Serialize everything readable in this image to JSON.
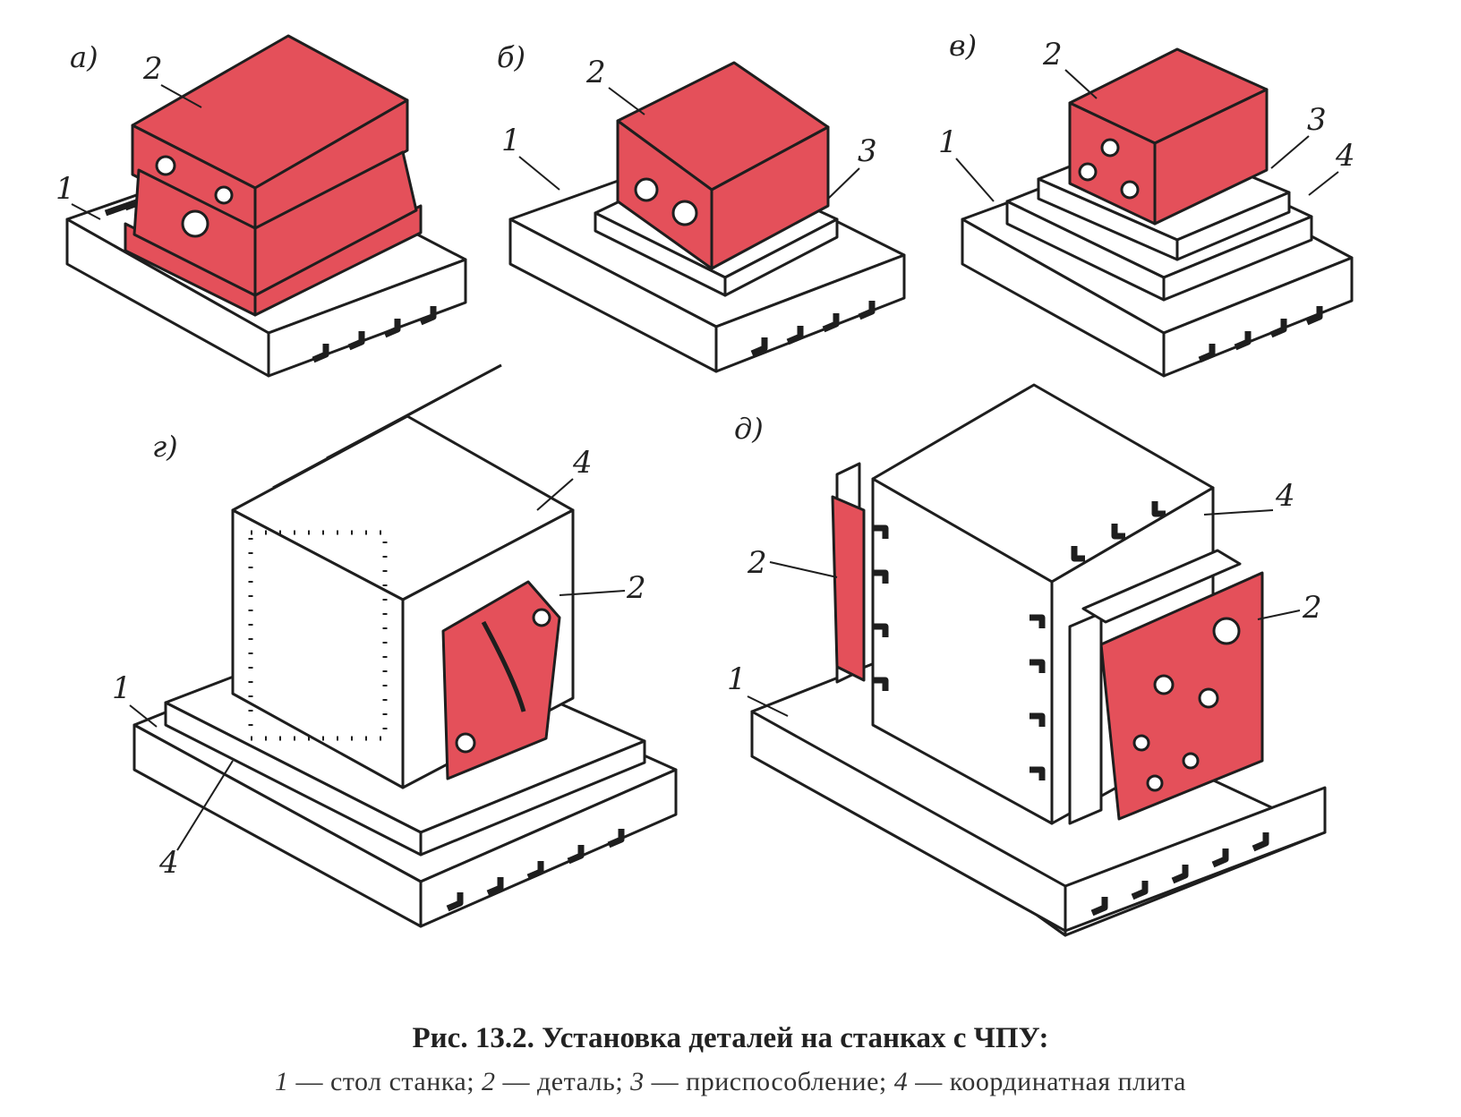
{
  "panels": [
    {
      "letter": "а)",
      "labels": [
        "1",
        "2"
      ]
    },
    {
      "letter": "б)",
      "labels": [
        "1",
        "2",
        "3"
      ]
    },
    {
      "letter": "в)",
      "labels": [
        "1",
        "2",
        "3",
        "4"
      ]
    },
    {
      "letter": "г)",
      "labels": [
        "1",
        "2",
        "4",
        "4"
      ]
    },
    {
      "letter": "д)",
      "labels": [
        "1",
        "2",
        "2",
        "4"
      ]
    }
  ],
  "caption": {
    "title": "Рис. 13.2. Установка деталей на станках с ЧПУ:",
    "legend": [
      {
        "num": "1",
        "text": " — стол станка; "
      },
      {
        "num": "2",
        "text": " — деталь; "
      },
      {
        "num": "3",
        "text": " — приспособление; "
      },
      {
        "num": "4",
        "text": " — координатная плита"
      }
    ]
  },
  "colors": {
    "part": "#e4505a",
    "line": "#1e1e1e",
    "paper": "#ffffff"
  }
}
